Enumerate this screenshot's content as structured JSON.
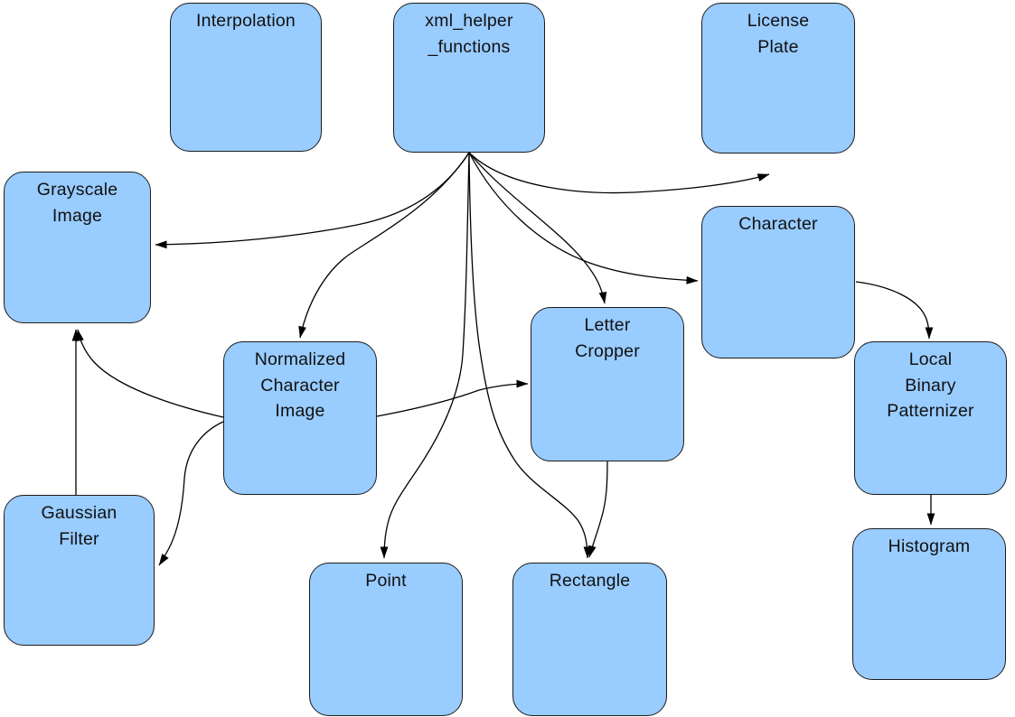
{
  "diagram": {
    "type": "dependency-graph",
    "colors": {
      "background": "#ffffff",
      "node_fill": "#99CCFF",
      "node_border": "#1c1c1c",
      "edge": "#000000",
      "label": "#111111"
    },
    "nodes": [
      {
        "id": "interpolation",
        "label": "Interpolation"
      },
      {
        "id": "xml_helper_functions",
        "label": "xml_helper\n_functions"
      },
      {
        "id": "license_plate",
        "label": "License\nPlate"
      },
      {
        "id": "grayscale_image",
        "label": "Grayscale\nImage"
      },
      {
        "id": "character",
        "label": "Character"
      },
      {
        "id": "normalized_character_image",
        "label": "Normalized\nCharacter\nImage"
      },
      {
        "id": "letter_cropper",
        "label": "Letter\nCropper"
      },
      {
        "id": "local_binary_patternizer",
        "label": "Local\nBinary\nPatternizer"
      },
      {
        "id": "gaussian_filter",
        "label": "Gaussian\nFilter"
      },
      {
        "id": "point",
        "label": "Point"
      },
      {
        "id": "rectangle",
        "label": "Rectangle"
      },
      {
        "id": "histogram",
        "label": "Histogram"
      }
    ],
    "edges": [
      {
        "from": "xml_helper_functions",
        "to": "license_plate"
      },
      {
        "from": "xml_helper_functions",
        "to": "grayscale_image"
      },
      {
        "from": "xml_helper_functions",
        "to": "normalized_character_image"
      },
      {
        "from": "xml_helper_functions",
        "to": "letter_cropper"
      },
      {
        "from": "xml_helper_functions",
        "to": "character"
      },
      {
        "from": "xml_helper_functions",
        "to": "point"
      },
      {
        "from": "xml_helper_functions",
        "to": "rectangle"
      },
      {
        "from": "normalized_character_image",
        "to": "grayscale_image"
      },
      {
        "from": "normalized_character_image",
        "to": "gaussian_filter"
      },
      {
        "from": "normalized_character_image",
        "to": "letter_cropper"
      },
      {
        "from": "gaussian_filter",
        "to": "grayscale_image"
      },
      {
        "from": "letter_cropper",
        "to": "rectangle"
      },
      {
        "from": "character",
        "to": "local_binary_patternizer"
      },
      {
        "from": "local_binary_patternizer",
        "to": "histogram"
      }
    ]
  }
}
